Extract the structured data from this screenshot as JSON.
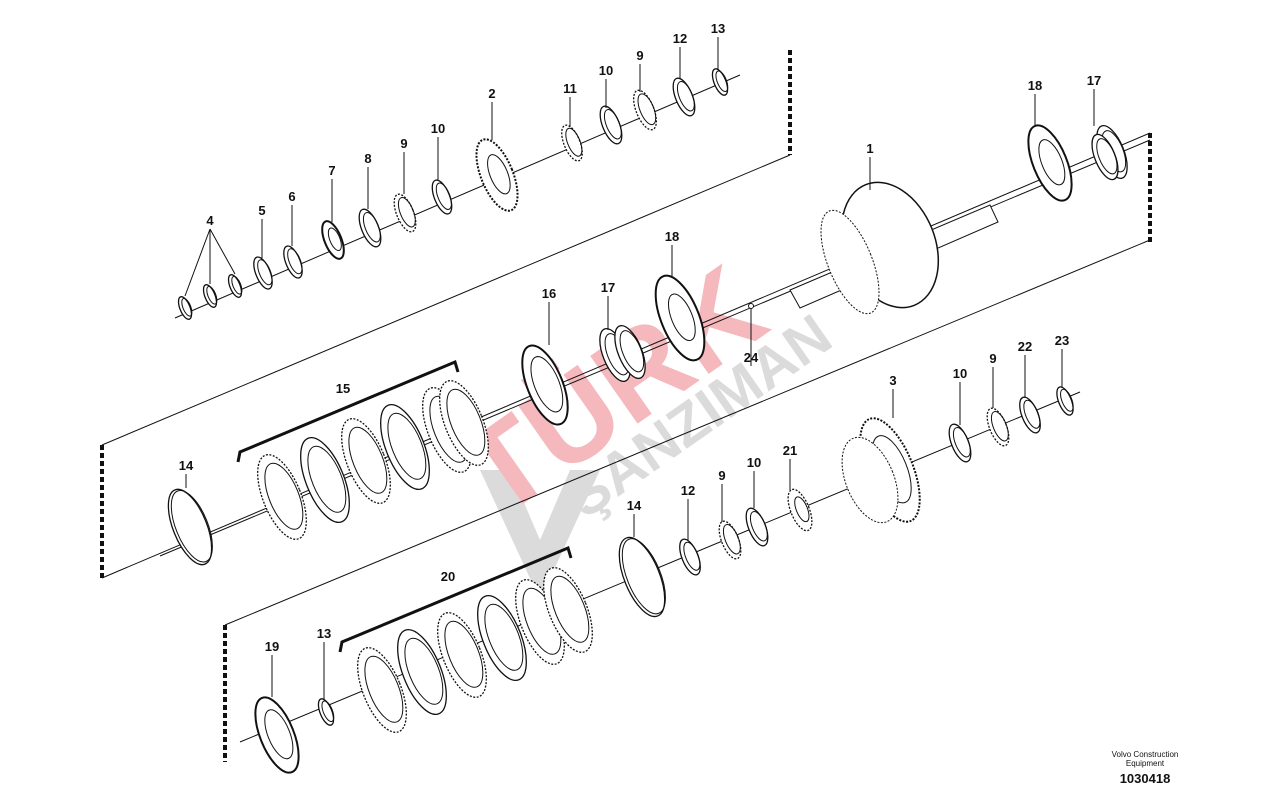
{
  "diagram": {
    "parts": [
      {
        "id": "p4",
        "label": "4"
      },
      {
        "id": "p5",
        "label": "5"
      },
      {
        "id": "p6",
        "label": "6"
      },
      {
        "id": "p7",
        "label": "7"
      },
      {
        "id": "p8",
        "label": "8"
      },
      {
        "id": "p9a",
        "label": "9"
      },
      {
        "id": "p10a",
        "label": "10"
      },
      {
        "id": "p2",
        "label": "2"
      },
      {
        "id": "p11",
        "label": "11"
      },
      {
        "id": "p10b",
        "label": "10"
      },
      {
        "id": "p9b",
        "label": "9"
      },
      {
        "id": "p12a",
        "label": "12"
      },
      {
        "id": "p13a",
        "label": "13"
      },
      {
        "id": "p1",
        "label": "1"
      },
      {
        "id": "p18a",
        "label": "18"
      },
      {
        "id": "p17a",
        "label": "17"
      },
      {
        "id": "p18b",
        "label": "18"
      },
      {
        "id": "p16",
        "label": "16"
      },
      {
        "id": "p17b",
        "label": "17"
      },
      {
        "id": "p24",
        "label": "24"
      },
      {
        "id": "p15",
        "label": "15"
      },
      {
        "id": "p14a",
        "label": "14"
      },
      {
        "id": "p3",
        "label": "3"
      },
      {
        "id": "p10c",
        "label": "10"
      },
      {
        "id": "p9c",
        "label": "9"
      },
      {
        "id": "p22",
        "label": "22"
      },
      {
        "id": "p23",
        "label": "23"
      },
      {
        "id": "p12b",
        "label": "12"
      },
      {
        "id": "p9d",
        "label": "9"
      },
      {
        "id": "p10d",
        "label": "10"
      },
      {
        "id": "p21",
        "label": "21"
      },
      {
        "id": "p14b",
        "label": "14"
      },
      {
        "id": "p20",
        "label": "20"
      },
      {
        "id": "p19",
        "label": "19"
      },
      {
        "id": "p13b",
        "label": "13"
      }
    ]
  },
  "footer": {
    "maker_line1": "Volvo Construction",
    "maker_line2": "Equipment",
    "drawing_number": "1030418"
  },
  "watermark": {
    "text1": "TÜRK",
    "text2": "ŞANZIMAN",
    "colors": {
      "red": "#e8646e",
      "gray": "#b0b0b0"
    }
  }
}
